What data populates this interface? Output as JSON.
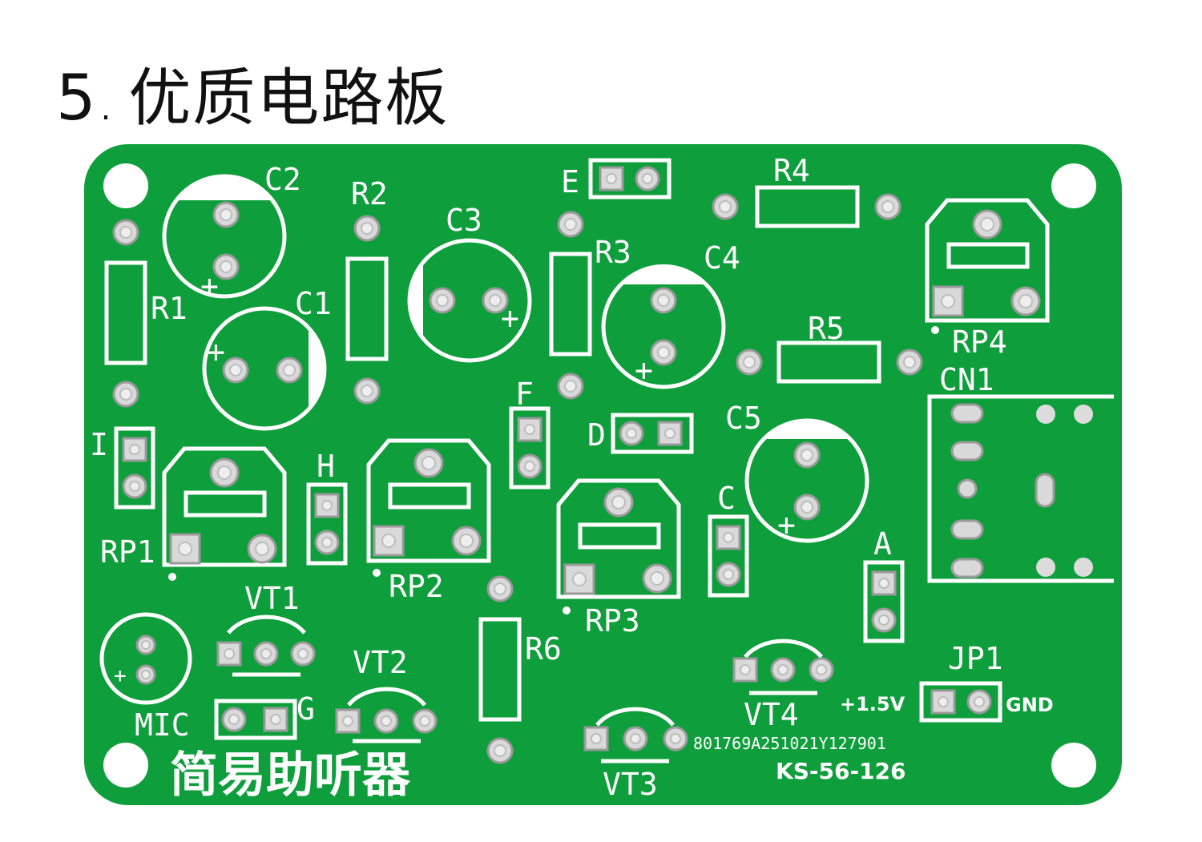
{
  "heading": {
    "number": "5",
    "title": "优质电路板"
  },
  "board": {
    "color": "#0f9e3c",
    "silk_color": "#ffffff",
    "title_cn": "简易助听器",
    "serial": "801769A251021Y127901",
    "model": "KS-56-126",
    "labels": {
      "C1": "C1",
      "C2": "C2",
      "C3": "C3",
      "C4": "C4",
      "C5": "C5",
      "R1": "R1",
      "R2": "R2",
      "R3": "R3",
      "R4": "R4",
      "R5": "R5",
      "R6": "R6",
      "RP1": "RP1",
      "RP2": "RP2",
      "RP3": "RP3",
      "RP4": "RP4",
      "VT1": "VT1",
      "VT2": "VT2",
      "VT3": "VT3",
      "VT4": "VT4",
      "MIC": "MIC",
      "CN1": "CN1",
      "JP1": "JP1",
      "A": "A",
      "C": "C",
      "D": "D",
      "E": "E",
      "F": "F",
      "G": "G",
      "H": "H",
      "I": "I",
      "plus": "+",
      "v15": "+1.5V",
      "gnd": "GND"
    }
  }
}
